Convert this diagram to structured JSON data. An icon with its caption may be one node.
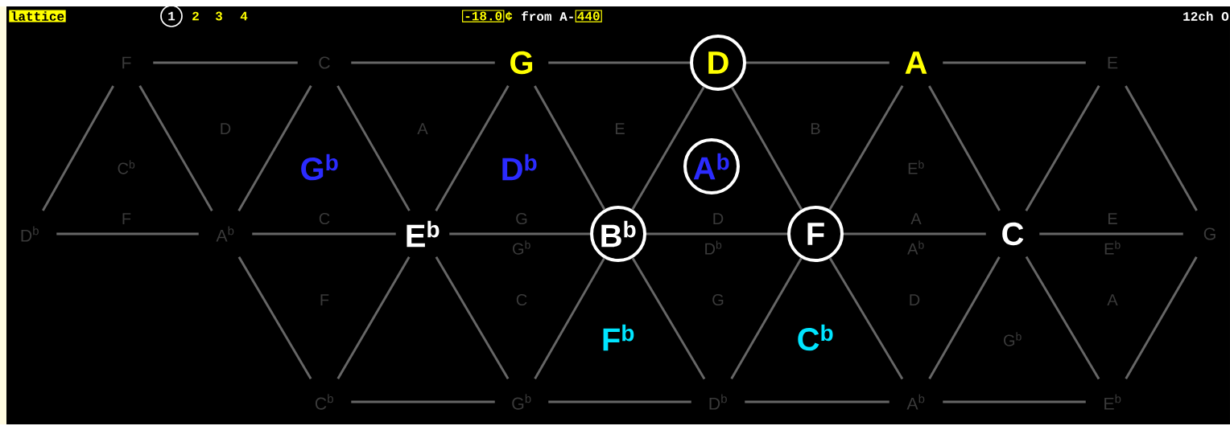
{
  "diagram": {
    "nodes": [
      {
        "text": [
          "lattice"
        ]
      },
      {
        "text": [
          "1"
        ]
      },
      {
        "text": [
          "-18.0"
        ]
      },
      {
        "text": [
          "440"
        ]
      },
      {
        "text": [
          "F"
        ]
      },
      {
        "text": [
          "C"
        ]
      },
      {
        "text": [
          "G"
        ]
      },
      {
        "text": [
          "D"
        ]
      },
      {
        "text": [
          "A"
        ]
      },
      {
        "text": [
          "E"
        ]
      },
      {
        "text": [
          "D$^{b}$"
        ]
      },
      {
        "text": [
          "A$^{b}$"
        ]
      },
      {
        "text": [
          "E$^{b}$"
        ]
      },
      {
        "text": [
          "B$^{b}$"
        ]
      },
      {
        "text": [
          "F"
        ]
      },
      {
        "text": [
          "C"
        ]
      },
      {
        "text": [
          "G"
        ]
      },
      {
        "text": [
          "C$^{b}$"
        ]
      },
      {
        "text": [
          "G$^{b}$"
        ]
      },
      {
        "text": [
          "D$^{b}$"
        ]
      },
      {
        "text": [
          "A$^{b}$"
        ]
      },
      {
        "text": [
          "E$^{b}$"
        ]
      },
      {
        "text": [
          "A$^{b}$"
        ]
      }
    ],
    "edges": [
      {
        "from": 4,
        "to": 5,
        "arrow": "none"
      },
      {
        "from": 5,
        "to": 6,
        "arrow": "none"
      },
      {
        "from": 6,
        "to": 7,
        "arrow": "none"
      },
      {
        "from": 7,
        "to": 8,
        "arrow": "none"
      },
      {
        "from": 8,
        "to": 9,
        "arrow": "none"
      },
      {
        "from": 10,
        "to": 11,
        "arrow": "none"
      },
      {
        "from": 11,
        "to": 12,
        "arrow": "none"
      },
      {
        "from": 12,
        "to": 13,
        "arrow": "none"
      },
      {
        "from": 13,
        "to": 14,
        "arrow": "none"
      },
      {
        "from": 14,
        "to": 15,
        "arrow": "none"
      },
      {
        "from": 15,
        "to": 16,
        "arrow": "none"
      },
      {
        "from": 17,
        "to": 18,
        "arrow": "none"
      },
      {
        "from": 18,
        "to": 19,
        "arrow": "none"
      },
      {
        "from": 19,
        "to": 20,
        "arrow": "none"
      },
      {
        "from": 20,
        "to": 21,
        "arrow": "none"
      },
      {
        "from": 4,
        "to": 10,
        "arrow": "none"
      },
      {
        "from": 4,
        "to": 11,
        "arrow": "none"
      },
      {
        "from": 5,
        "to": 11,
        "arrow": "none"
      },
      {
        "from": 5,
        "to": 12,
        "arrow": "none"
      },
      {
        "from": 6,
        "to": 12,
        "arrow": "none"
      },
      {
        "from": 6,
        "to": 13,
        "arrow": "none"
      },
      {
        "from": 7,
        "to": 13,
        "arrow": "none"
      },
      {
        "from": 7,
        "to": 14,
        "arrow": "none"
      },
      {
        "from": 8,
        "to": 14,
        "arrow": "none"
      },
      {
        "from": 8,
        "to": 15,
        "arrow": "none"
      },
      {
        "from": 9,
        "to": 15,
        "arrow": "none"
      },
      {
        "from": 9,
        "to": 16,
        "arrow": "none"
      },
      {
        "from": 11,
        "to": 17,
        "arrow": "none"
      },
      {
        "from": 12,
        "to": 17,
        "arrow": "none"
      },
      {
        "from": 12,
        "to": 18,
        "arrow": "none"
      },
      {
        "from": 13,
        "to": 18,
        "arrow": "none"
      },
      {
        "from": 13,
        "to": 19,
        "arrow": "none"
      },
      {
        "from": 14,
        "to": 19,
        "arrow": "none"
      },
      {
        "from": 14,
        "to": 20,
        "arrow": "none"
      },
      {
        "from": 15,
        "to": 20,
        "arrow": "none"
      },
      {
        "from": 15,
        "to": 21,
        "arrow": "none"
      },
      {
        "from": 16,
        "to": 21,
        "arrow": "none"
      }
    ],
    "labels": [
      "2",
      "3",
      "4",
      "¢",
      "from A-",
      "12ch O",
      "D",
      "A",
      "E",
      "B",
      "C$^{b}$",
      "G$^{b}$",
      "D$^{b}$",
      "E$^{b}$",
      "F",
      "C",
      "G",
      "D",
      "A",
      "E",
      "G$^{b}$",
      "D$^{b}$",
      "A$^{b}$",
      "E$^{b}$",
      "F",
      "C",
      "G",
      "D",
      "A",
      "F$^{b}$",
      "C$^{b}$",
      "G$^{b}$"
    ]
  }
}
